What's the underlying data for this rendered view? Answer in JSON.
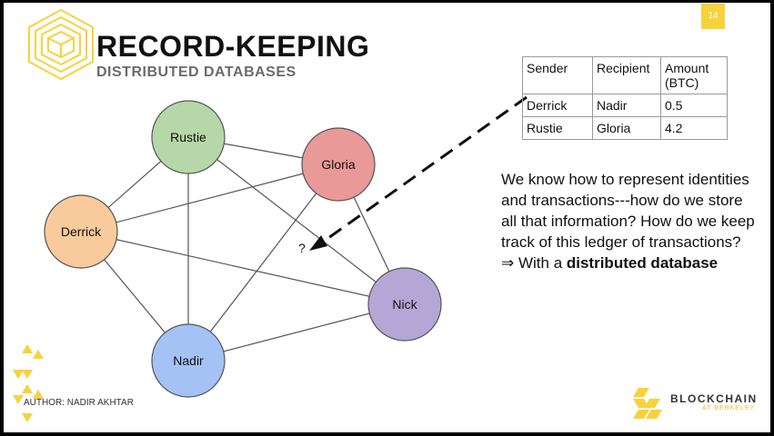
{
  "slide": {
    "page_number": "14",
    "title": "RECORD-KEEPING",
    "subtitle": "DISTRIBUTED DATABASES",
    "author": "AUTHOR: NADIR AKHTAR"
  },
  "diagram": {
    "nodes": [
      {
        "id": "rustie",
        "label": "Rustie",
        "color": "#b6d7a8"
      },
      {
        "id": "gloria",
        "label": "Gloria",
        "color": "#ea9999"
      },
      {
        "id": "derrick",
        "label": "Derrick",
        "color": "#f9cb9c"
      },
      {
        "id": "nick",
        "label": "Nick",
        "color": "#b4a7d6"
      },
      {
        "id": "nadir",
        "label": "Nadir",
        "color": "#a4c2f4"
      }
    ],
    "question_mark": "?"
  },
  "table": {
    "headers": [
      "Sender",
      "Recipient",
      "Amount (BTC)"
    ],
    "rows": [
      [
        "Derrick",
        "Nadir",
        "0.5"
      ],
      [
        "Rustie",
        "Gloria",
        "4.2"
      ]
    ]
  },
  "body": {
    "text": "We know how to represent identities and transactions---how do we store all that information? How do we keep track of this ledger of transactions?",
    "conclusion_prefix": "⇒ With a ",
    "conclusion_bold": "distributed database"
  },
  "branding": {
    "name": "BLOCKCHAIN",
    "sub": "AT BERKELEY",
    "accent": "#f7d23c"
  }
}
